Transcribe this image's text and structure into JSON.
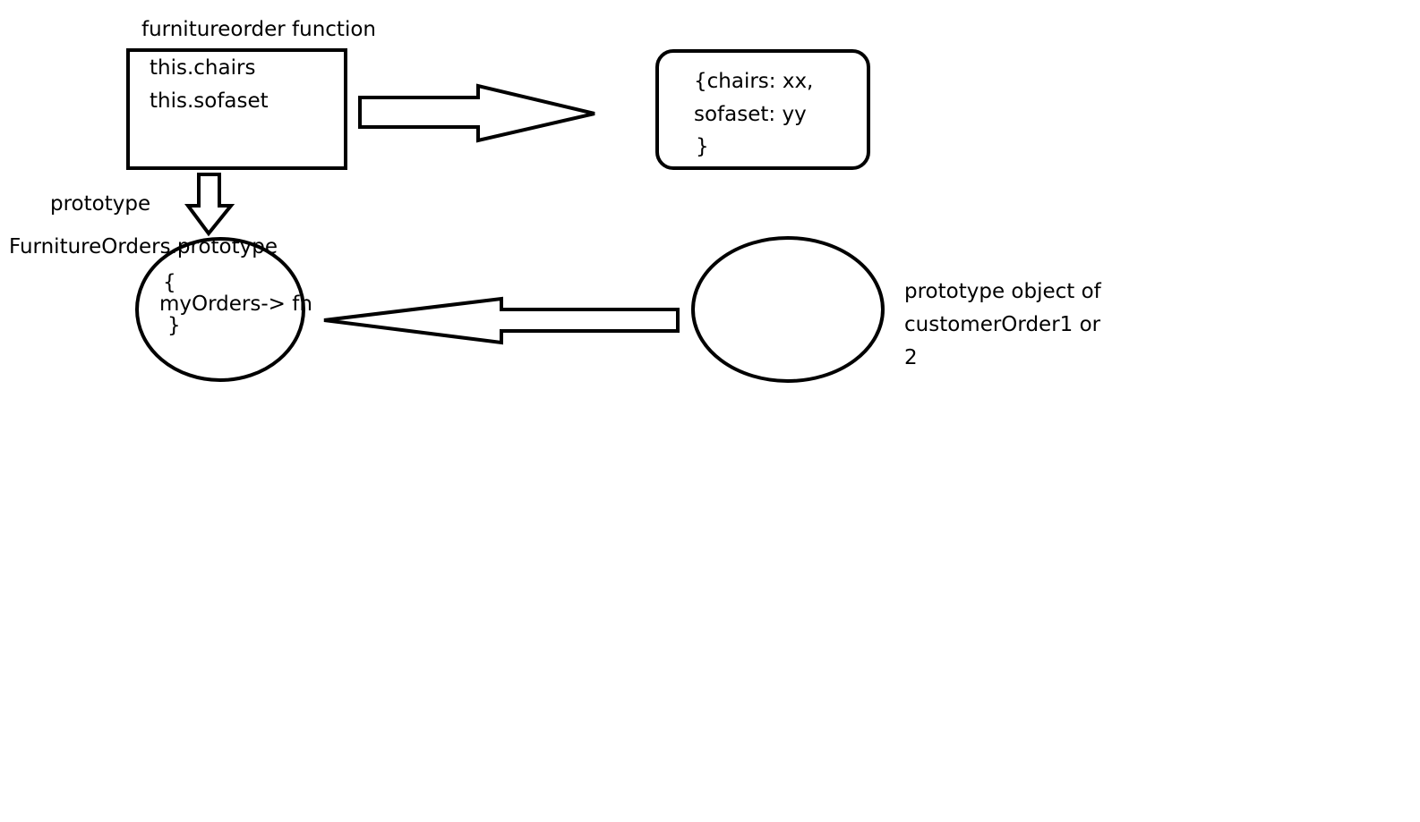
{
  "constructor_function": {
    "title": "furnitureorder function",
    "lines": [
      "this.chairs",
      "this.sofaset"
    ]
  },
  "instance_object": {
    "lines": [
      "{chairs: xx,",
      "sofaset: yy",
      "}"
    ]
  },
  "prototype_arrow_label": "prototype",
  "prototype_object": {
    "title": "FurnitureOrders.prototype",
    "lines": [
      "{",
      "myOrders-> fn",
      "}"
    ]
  },
  "customer_prototype": {
    "lines": [
      "prototype object of",
      "customerOrder1 or",
      "2"
    ]
  }
}
